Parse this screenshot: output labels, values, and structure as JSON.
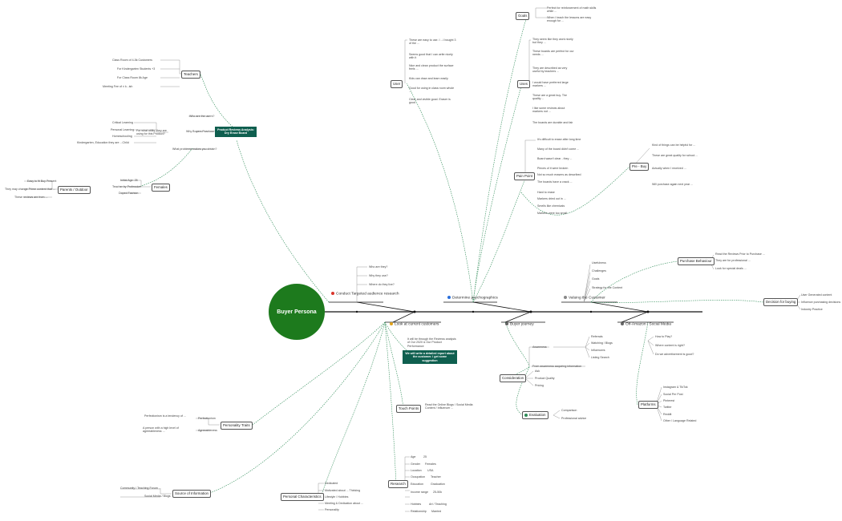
{
  "root": "Buyer Persona",
  "colors": {
    "root": "#1d7a1d",
    "note": "#0f5f4f",
    "connector": "#2e8b57"
  },
  "branches": {
    "b1": "Conduct Targeted audience research",
    "b2": "Determine psychographics",
    "b3": "Valuing the Customer",
    "b4": "Look at current customers",
    "b5": "Buyer journey",
    "b6": "Off-Amazon / Social Media"
  },
  "research": {
    "who": "Who are they?",
    "why": "Why they use?",
    "where": "Where do they live?"
  },
  "teachers": {
    "label": "Teachers",
    "items": [
      "Class Room of 4-5k Customers",
      "For Kindergarten Students +3",
      "For Class Room 8k Age",
      "Meeting Fee of ± k...ish"
    ]
  },
  "why_products": {
    "q1": "Who are the users?",
    "q2": "Why Buyers Purchase?",
    "q3": "What problems makes you obtain?",
    "sub": "For what utility, they are using for this Product?",
    "items": [
      "Critical Learning",
      "Personal Learning",
      "Homeschooling",
      "Kindergarten, Education they are ...Child"
    ]
  },
  "product_review_note": "Product Reviews Analysis: Dry Erase Board",
  "females": {
    "label": "Females",
    "items": [
      "Initial Age: 25",
      "Teacher by Profession",
      "Doped Fashion"
    ]
  },
  "parents": {
    "label": "Parents / Outdoor",
    "items": [
      "Easy to fit Buy Present",
      "They may change Prime content that ...",
      "These reviews are from ..."
    ]
  },
  "goals": {
    "label": "Goals",
    "items": [
      "Perfect for reinforcement of math skills while ...",
      "When I teach the lessons are easy enough for ..."
    ]
  },
  "user": {
    "label": "User",
    "items": [
      "These are easy to use. I ...I bought 3 of the ...",
      "Seems good that I can write nicely with it",
      "Nice and clean product the surface feels ...",
      "Kids can draw and learn easily",
      "Good for using in class room whole ...",
      "Clear and visible good. Eraser is good"
    ]
  },
  "uses": {
    "label": "Uses",
    "items": [
      "They seem like they work nicely but they ...",
      "These boards are perfect for our needs ...",
      "They are described as very useful by teachers ...",
      "I would have preferred large markers ...",
      "These are a great buy. The quality ...",
      "I like some reviews about markers not ...",
      "The boards are durable and fair"
    ]
  },
  "pain": {
    "label": "Pain Point",
    "items": [
      "It's difficult to erase after long time",
      "Many of the board didn't come ...",
      "Board wasn't clear - they ...",
      "Pieces of it were broken",
      "Not so much erasers as described",
      "The boards have a crack ...",
      "Hard to erase",
      "Markers dried out in ...",
      "Smells like chemicals",
      "Markers were too small"
    ]
  },
  "prebuy": {
    "label": "Pre - Buy",
    "items": [
      "Kind of things can be helpful for ...",
      "These are great quality for school ...",
      "Actually when I received ...",
      "Will purchase again next year ..."
    ]
  },
  "valuing": {
    "items": [
      "Usefulness",
      "Challenges",
      "Goals",
      "Strategy for the Content"
    ],
    "purchase": {
      "label": "Purchase Behaviour",
      "items": [
        "Read the Reviews Prior to Purchase ...",
        "They are for professional ...",
        "Look for special deals ..."
      ]
    },
    "decision": {
      "label": "Decision for buying",
      "items": [
        "User Generated content",
        "Influence purchasing decisions",
        "Industry Practice"
      ]
    }
  },
  "current": {
    "text": "It will be through the Reviews analysis of Our 2020 & Our Product Performance",
    "note": "We will write a detailed report about the customer. I get some suggestion"
  },
  "personality": {
    "label": "Personality Traits",
    "a": "Perfectionism",
    "a_text": "Perfectionism is a tendency of ...",
    "b": "Agreeableness",
    "b_text": "A person with a high level of agreeableness ..."
  },
  "touch": {
    "label": "Touch Points",
    "text": "Read the Online Blogs / Social Media Content / Influencer ..."
  },
  "info": {
    "label": "Source of Information",
    "items": [
      "Community / Teaching Forum ...",
      "Social Media / Blogs"
    ]
  },
  "personal": {
    "label": "Personal Characteristics",
    "items": [
      "Dedicated",
      "Motivated about ... Thinking",
      "Lifestyle / Hobbies",
      "Meeting & Dedication about ...",
      "Personality"
    ]
  },
  "research_box": {
    "label": "Research",
    "items": [
      "Age",
      "Gender",
      "Location",
      "Occupation",
      "Education",
      "Income range",
      "Hobbies",
      "Relationship"
    ],
    "subs": [
      "25",
      "Females",
      "USA",
      "Teacher",
      "Graduation",
      "25-50k",
      "Art / Teaching",
      "Married"
    ]
  },
  "journey": {
    "awareness": "Awareness",
    "aw_items": [
      "Referrals",
      "Watching / Blogs",
      "Influencers",
      "Listing Search"
    ],
    "from": "From awareness acquiring information",
    "consideration": "Consideration",
    "con_items": [
      "Ask",
      "Product Quality",
      "Pricing"
    ],
    "evaluation": "Evaluation",
    "ev_items": [
      "Comparison",
      "Professional advice"
    ]
  },
  "social": {
    "items": [
      "How to Play?",
      "Where content is right?",
      "Do we advertisement is good?"
    ],
    "platforms": "Platforms",
    "pl_items": [
      "Instagram & TikTok",
      "Social Per Post",
      "Pinterest",
      "Twitter",
      "Reddit",
      "Other / Language Related"
    ]
  }
}
